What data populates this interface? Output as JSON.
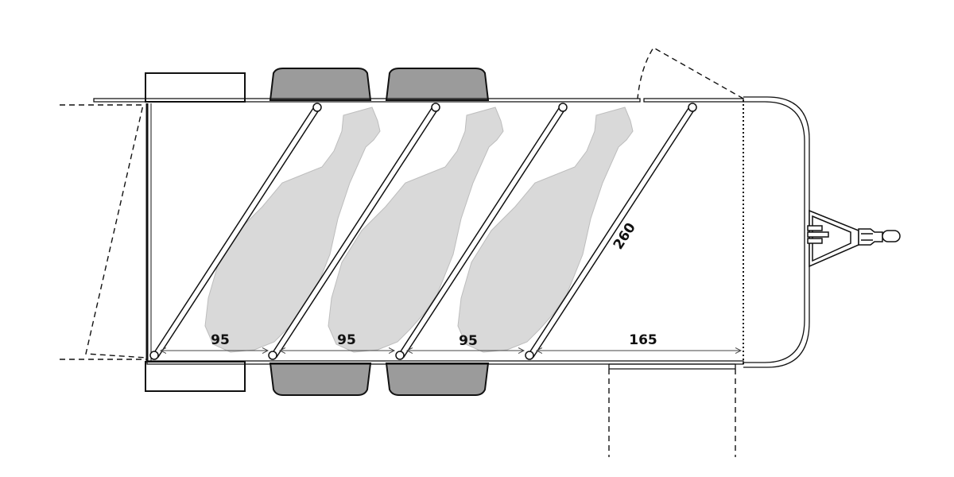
{
  "dimensions": {
    "stall_1_width": "95",
    "stall_2_width": "95",
    "stall_3_width": "95",
    "front_space_width": "165",
    "partition_length": "260"
  }
}
